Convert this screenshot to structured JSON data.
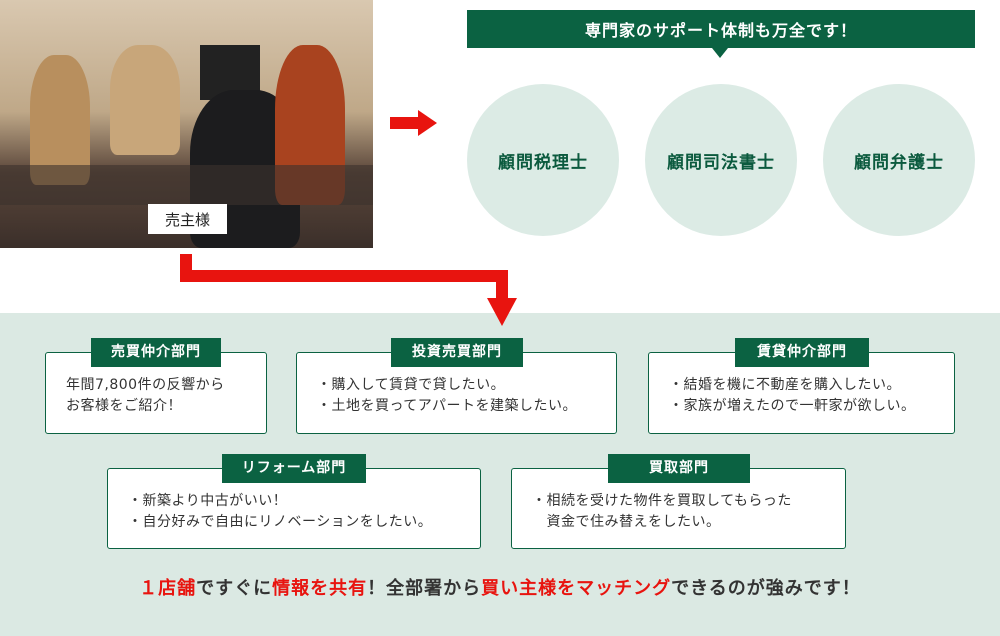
{
  "photo": {
    "label": "売主様"
  },
  "banner": {
    "title": "専門家のサポート体制も万全です！"
  },
  "advisors": [
    "顧問税理士",
    "顧問司法書士",
    "顧問弁護士"
  ],
  "departments": [
    {
      "name": "売買仲介部門",
      "lines": [
        "年間7,800件の反響から",
        "お客様をご紹介！"
      ]
    },
    {
      "name": "投資売買部門",
      "lines": [
        "・購入して賃貸で貸したい。",
        "・土地を買ってアパートを建築したい。"
      ]
    },
    {
      "name": "賃貸仲介部門",
      "lines": [
        "・結婚を機に不動産を購入したい。",
        "・家族が増えたので一軒家が欲しい。"
      ]
    },
    {
      "name": "リフォーム部門",
      "lines": [
        "・新築より中古がいい！",
        "・自分好みで自由にリノベーションをしたい。"
      ]
    },
    {
      "name": "買取部門",
      "lines": [
        "・相続を受けた物件を買取してもらった",
        "　資金で住み替えをしたい。"
      ]
    }
  ],
  "slogan": {
    "parts": [
      "１店舗",
      "ですぐに",
      "情報を共有",
      "！全部署から",
      "買い主様をマッチング",
      "できるのが強みです！"
    ]
  },
  "colors": {
    "green": "#0b6242",
    "red": "#e8140f",
    "circle": "#dcebe5",
    "bg": "#dbe9e3"
  }
}
